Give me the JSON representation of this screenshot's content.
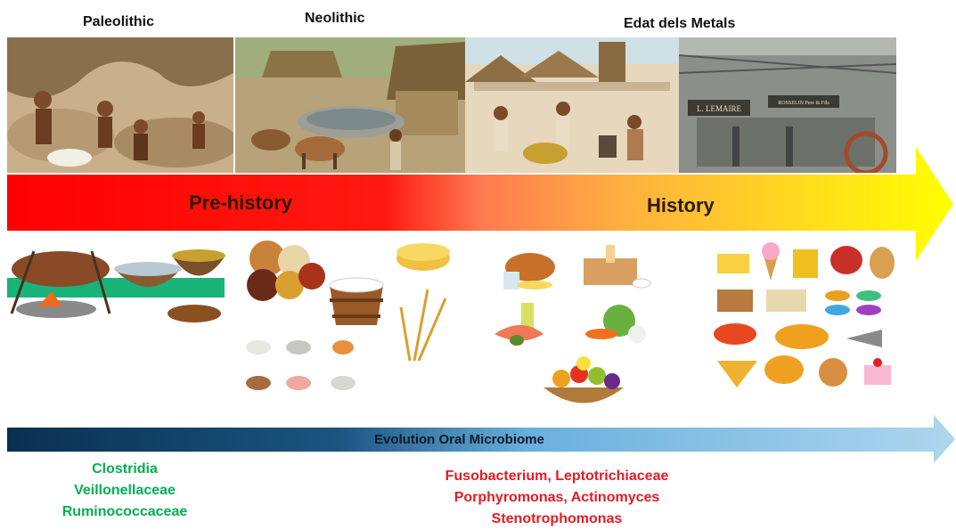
{
  "eras": {
    "paleolithic": "Paleolithic",
    "neolithic": "Neolithic",
    "metals": "Edat dels Metals"
  },
  "scene_signs": {
    "shop1": "L. LEMAIRE",
    "shop2": "ROSSELIN Pere & Fils"
  },
  "timeline": {
    "prehistory": "Pre-history",
    "history": "History",
    "colors": {
      "start": "#ff0000",
      "mid": "#ff2a1a",
      "end": "#ffff00"
    }
  },
  "microbiome": {
    "label": "Evolution Oral Microbiome",
    "colors": {
      "start": "#0a3050",
      "end": "#aed6ee"
    }
  },
  "taxa": {
    "ancient": [
      "Clostridia",
      "Veillonellaceae",
      "Ruminococcaceae"
    ],
    "ancient_color": "#00b050",
    "modern": [
      "Fusobacterium, Leptotrichiaceae",
      "Porphyromonas, Actinomyces",
      "Stenotrophomonas"
    ],
    "modern_color": "#e51b24"
  },
  "food_icons": [
    "roast-meat-icon",
    "fish-bowl-icon",
    "stew-icon",
    "nuts-icon",
    "legumes-icon",
    "milk-bucket-icon",
    "cheese-icon",
    "wheat-icon",
    "livestock-icon",
    "chicken-meal-icon",
    "bread-icon",
    "oil-fish-icon",
    "vegetables-icon",
    "fruit-basket-icon",
    "junk-food-grid-icon"
  ]
}
